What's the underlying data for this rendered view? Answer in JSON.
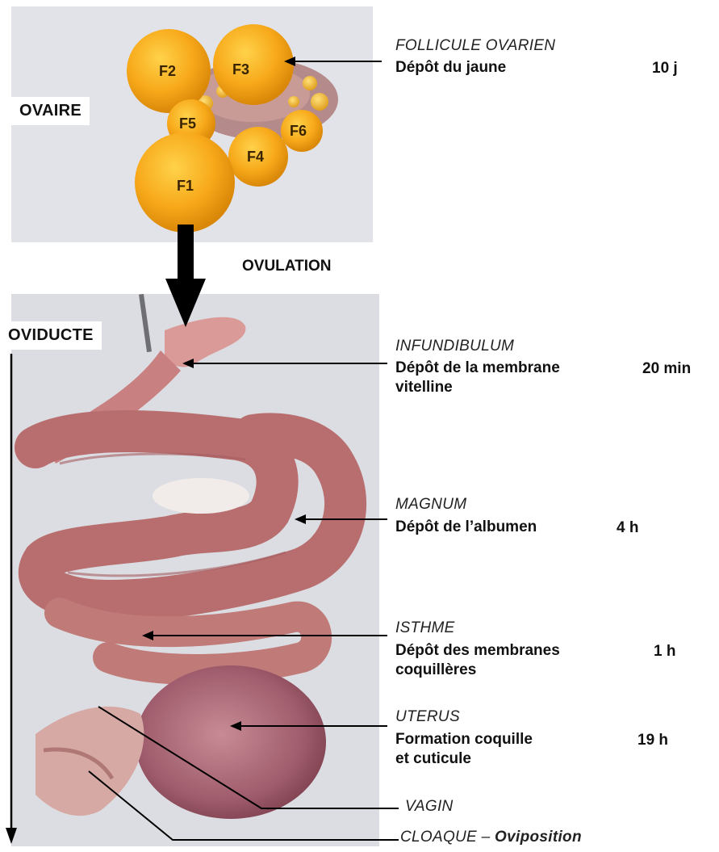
{
  "labels": {
    "ovaire": "OVAIRE",
    "ovulation": "OVULATION",
    "oviducte": "OVIDUCTE"
  },
  "follicles": [
    "F1",
    "F2",
    "F3",
    "F4",
    "F5",
    "F6"
  ],
  "stages": {
    "follicule": {
      "name": "FOLLICULE OVARIEN",
      "desc": "Dépôt du jaune",
      "duration": "10 j"
    },
    "infundibulum": {
      "name": "INFUNDIBULUM",
      "desc_line1": "Dépôt de la membrane",
      "desc_line2": "vitelline",
      "duration": "20 min"
    },
    "magnum": {
      "name": "MAGNUM",
      "desc": "Dépôt de l’albumen",
      "duration": "4 h"
    },
    "isthme": {
      "name": "ISTHME",
      "desc_line1": "Dépôt des membranes",
      "desc_line2": "coquillères",
      "duration": "1 h"
    },
    "uterus": {
      "name": "UTERUS",
      "desc_line1": "Formation coquille",
      "desc_line2": "et cuticule",
      "duration": "19 h"
    },
    "vagin": {
      "name": "VAGIN"
    },
    "cloaque": {
      "name": "CLOAQUE – ",
      "name_emph": "Oviposition"
    }
  }
}
